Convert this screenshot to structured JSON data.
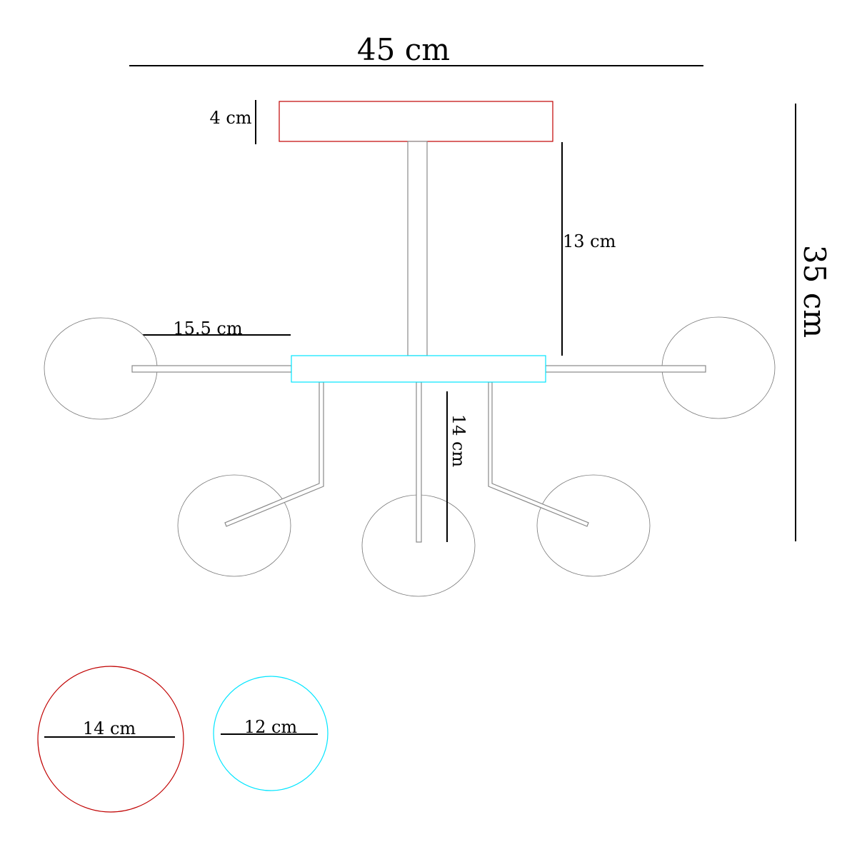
{
  "dimensions": {
    "total_width": "45 cm",
    "canopy_height": "4 cm",
    "stem_length": "13 cm",
    "total_height": "35 cm",
    "arm_length": "15.5 cm",
    "drop_length": "14 cm"
  },
  "legend": {
    "canopy_diameter": "14 cm",
    "hub_diameter": "12 cm"
  },
  "colors": {
    "canopy": "#c00000",
    "hub": "#00e5ff",
    "line": "#000000",
    "part": "#888888"
  }
}
